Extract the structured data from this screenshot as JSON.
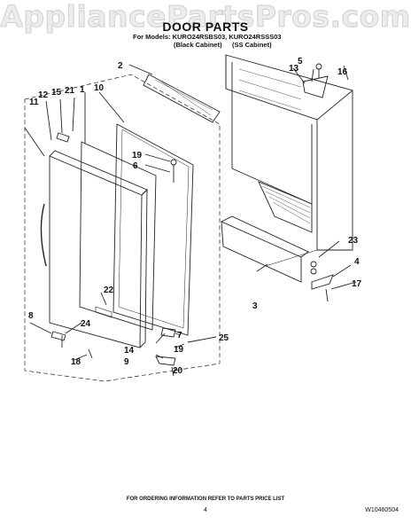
{
  "watermark": "AppliancePartsPros.com",
  "header": {
    "title": "DOOR PARTS",
    "models": "For Models: KURO24RSBS03, KURO24RSSS03",
    "black_cabinet": "(Black Cabinet)",
    "ss_cabinet": "(SS Cabinet)"
  },
  "callouts": [
    "1",
    "2",
    "3",
    "4",
    "5",
    "6",
    "7",
    "8",
    "9",
    "10",
    "11",
    "12",
    "13",
    "14",
    "15",
    "16",
    "17",
    "18",
    "19",
    "19",
    "20",
    "21",
    "22",
    "23",
    "24",
    "25"
  ],
  "footer": {
    "ordering": "FOR ORDERING INFORMATION REFER TO PARTS PRICE LIST",
    "page": "4",
    "doc_number": "W10460504"
  }
}
